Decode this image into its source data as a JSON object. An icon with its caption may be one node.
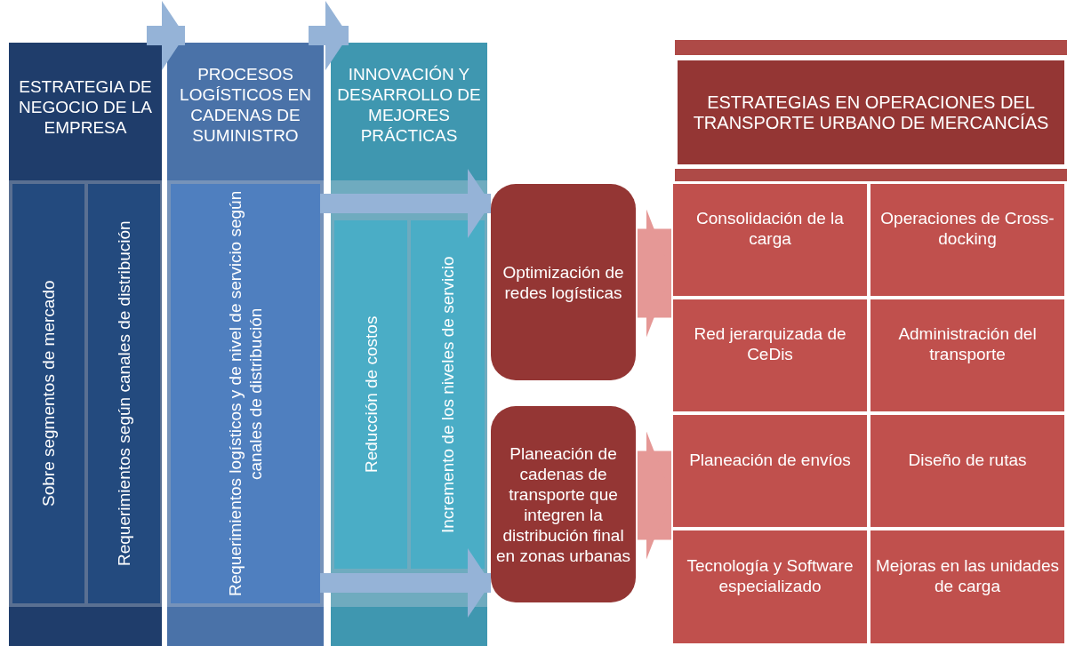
{
  "diagram": {
    "nodes": [
      {
        "text": [
          "ESTRATEGIA DE NEGOCIO DE LA EMPRESA"
        ]
      },
      {
        "text": [
          "Sobre segmentos de mercado"
        ],
        "in": 0
      },
      {
        "text": [
          "Requerimientos según canales de distribución"
        ],
        "in": 0
      },
      {
        "text": [
          "PROCESOS LOGÍSTICOS EN CADENAS DE SUMINISTRO"
        ]
      },
      {
        "text": [
          "Requerimientos logísticos y de nivel de servicio según canales de distribución"
        ],
        "in": 3
      },
      {
        "text": [
          "INNOVACIÓN Y DESARROLLO DE MEJORES PRÁCTICAS"
        ]
      },
      {
        "text": [
          "Reducción de costos"
        ],
        "in": 5
      },
      {
        "text": [
          "Incremento de los niveles de servicio"
        ],
        "in": 5
      },
      {
        "text": [
          "Optimización de redes logísticas"
        ]
      },
      {
        "text": [
          "Planeación de cadenas de transporte que integren la distribución final en zonas urbanas"
        ]
      },
      {
        "text": [
          "ESTRATEGIAS EN OPERACIONES DEL TRANSPORTE URBANO DE MERCANCÍAS"
        ]
      },
      {
        "text": [
          "Consolidación de la carga"
        ],
        "in": 10
      },
      {
        "text": [
          "Operaciones de Cross-docking"
        ],
        "in": 10
      },
      {
        "text": [
          "Red jerarquizada de CeDis"
        ],
        "in": 10
      },
      {
        "text": [
          "Administración del transporte"
        ],
        "in": 10
      },
      {
        "text": [
          "Planeación de envíos"
        ],
        "in": 10
      },
      {
        "text": [
          "Diseño de rutas"
        ],
        "in": 10
      },
      {
        "text": [
          "Tecnología y Software especializado"
        ],
        "in": 10
      },
      {
        "text": [
          "Mejoras en las unidades de carga"
        ],
        "in": 10
      }
    ],
    "edges": [
      {
        "from": 0,
        "to": 3,
        "arrow": "to"
      },
      {
        "from": 3,
        "to": 5,
        "arrow": "to"
      },
      {
        "from": 4,
        "to": 8,
        "arrow": "to"
      },
      {
        "from": 4,
        "to": 9,
        "arrow": "to"
      },
      {
        "from": 8,
        "to": 10,
        "arrow": "to",
        "style": "thick"
      },
      {
        "from": 9,
        "to": 10,
        "arrow": "to",
        "style": "thick"
      }
    ]
  }
}
